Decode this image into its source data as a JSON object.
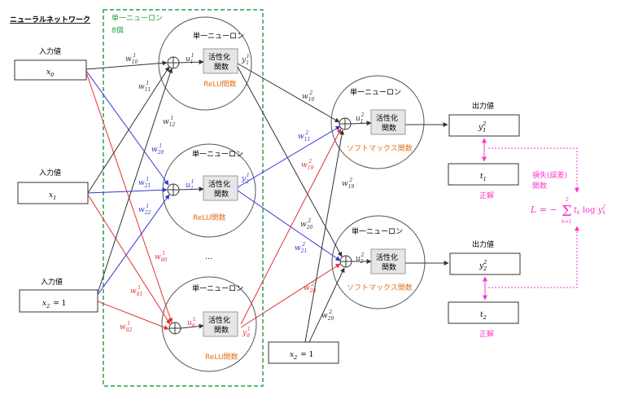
{
  "title": "ニューラルネットワーク",
  "group": {
    "label": "単一ニューロン",
    "count": "8個"
  },
  "neuron_title": "単一ニューロン",
  "activation": {
    "line1": "活性化",
    "line2": "関数"
  },
  "relu": "ReLU関数",
  "softmax": "ソフトマックス関数",
  "input_title": "入力値",
  "output_title": "出力値",
  "answer": "正解",
  "loss_label": {
    "line1": "損失(誤差)",
    "line2": "関数"
  },
  "ellipsis": "…",
  "inputs": {
    "x0": {
      "sym": "x",
      "sub": "0"
    },
    "x1": {
      "sym": "x",
      "sub": "1"
    },
    "x2": {
      "sym": "x",
      "sub": "2",
      "eq": "= 1"
    }
  },
  "hidden_bias": {
    "sym": "x",
    "sub": "2",
    "eq": "= 1"
  },
  "colors": {
    "black": "#333333",
    "blue": "#3333dd",
    "red": "#e33333",
    "green": "#22a34a",
    "orange": "#e0701a",
    "magenta": "#ff33cc",
    "box_fill": "#e6e6e6"
  }
}
